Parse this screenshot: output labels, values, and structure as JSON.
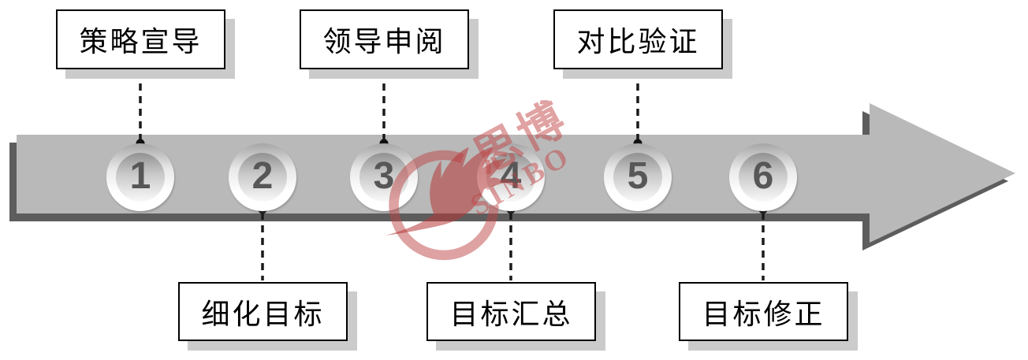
{
  "diagram": {
    "title_hint": "six-step process flow arrow",
    "steps": [
      {
        "number": "1",
        "label": "策略宣导",
        "label_position": "top"
      },
      {
        "number": "2",
        "label": "细化目标",
        "label_position": "bottom"
      },
      {
        "number": "3",
        "label": "领导申阅",
        "label_position": "top"
      },
      {
        "number": "4",
        "label": "目标汇总",
        "label_position": "bottom"
      },
      {
        "number": "5",
        "label": "对比验证",
        "label_position": "top"
      },
      {
        "number": "6",
        "label": "目标修正",
        "label_position": "bottom"
      }
    ]
  },
  "watermark": {
    "cn": "思博",
    "en": "SINBO",
    "logo": "sinbo-bird-logo",
    "color": "#c14646"
  },
  "colors": {
    "arrow_body": "#b9b9b9",
    "arrow_shadow": "#5d5d5d",
    "box_background": "#ffffff",
    "box_border": "#000000",
    "box_shadow": "#cbcbcb",
    "connector": "#1a1a1a",
    "step_number": "#575757",
    "watermark": "#c14646"
  }
}
